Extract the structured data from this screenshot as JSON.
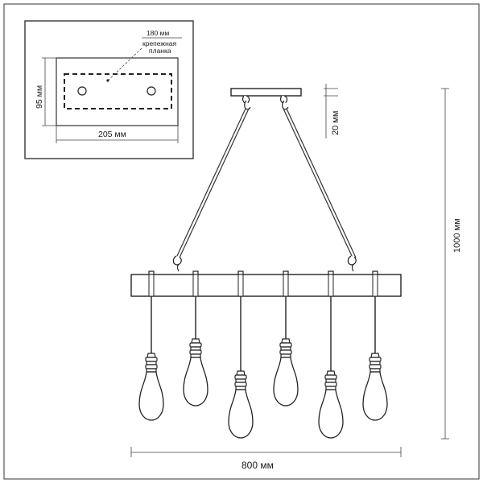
{
  "inset": {
    "dimensions": {
      "bracket_length": "180 мм",
      "plate_width": "205 мм",
      "plate_height": "95 мм"
    },
    "callout_line1": "крепежная",
    "callout_line2": "планка"
  },
  "main": {
    "dimensions": {
      "canopy_height": "20 мм",
      "total_height": "1000 мм",
      "total_width": "800 мм"
    },
    "bulb_count": 6
  }
}
